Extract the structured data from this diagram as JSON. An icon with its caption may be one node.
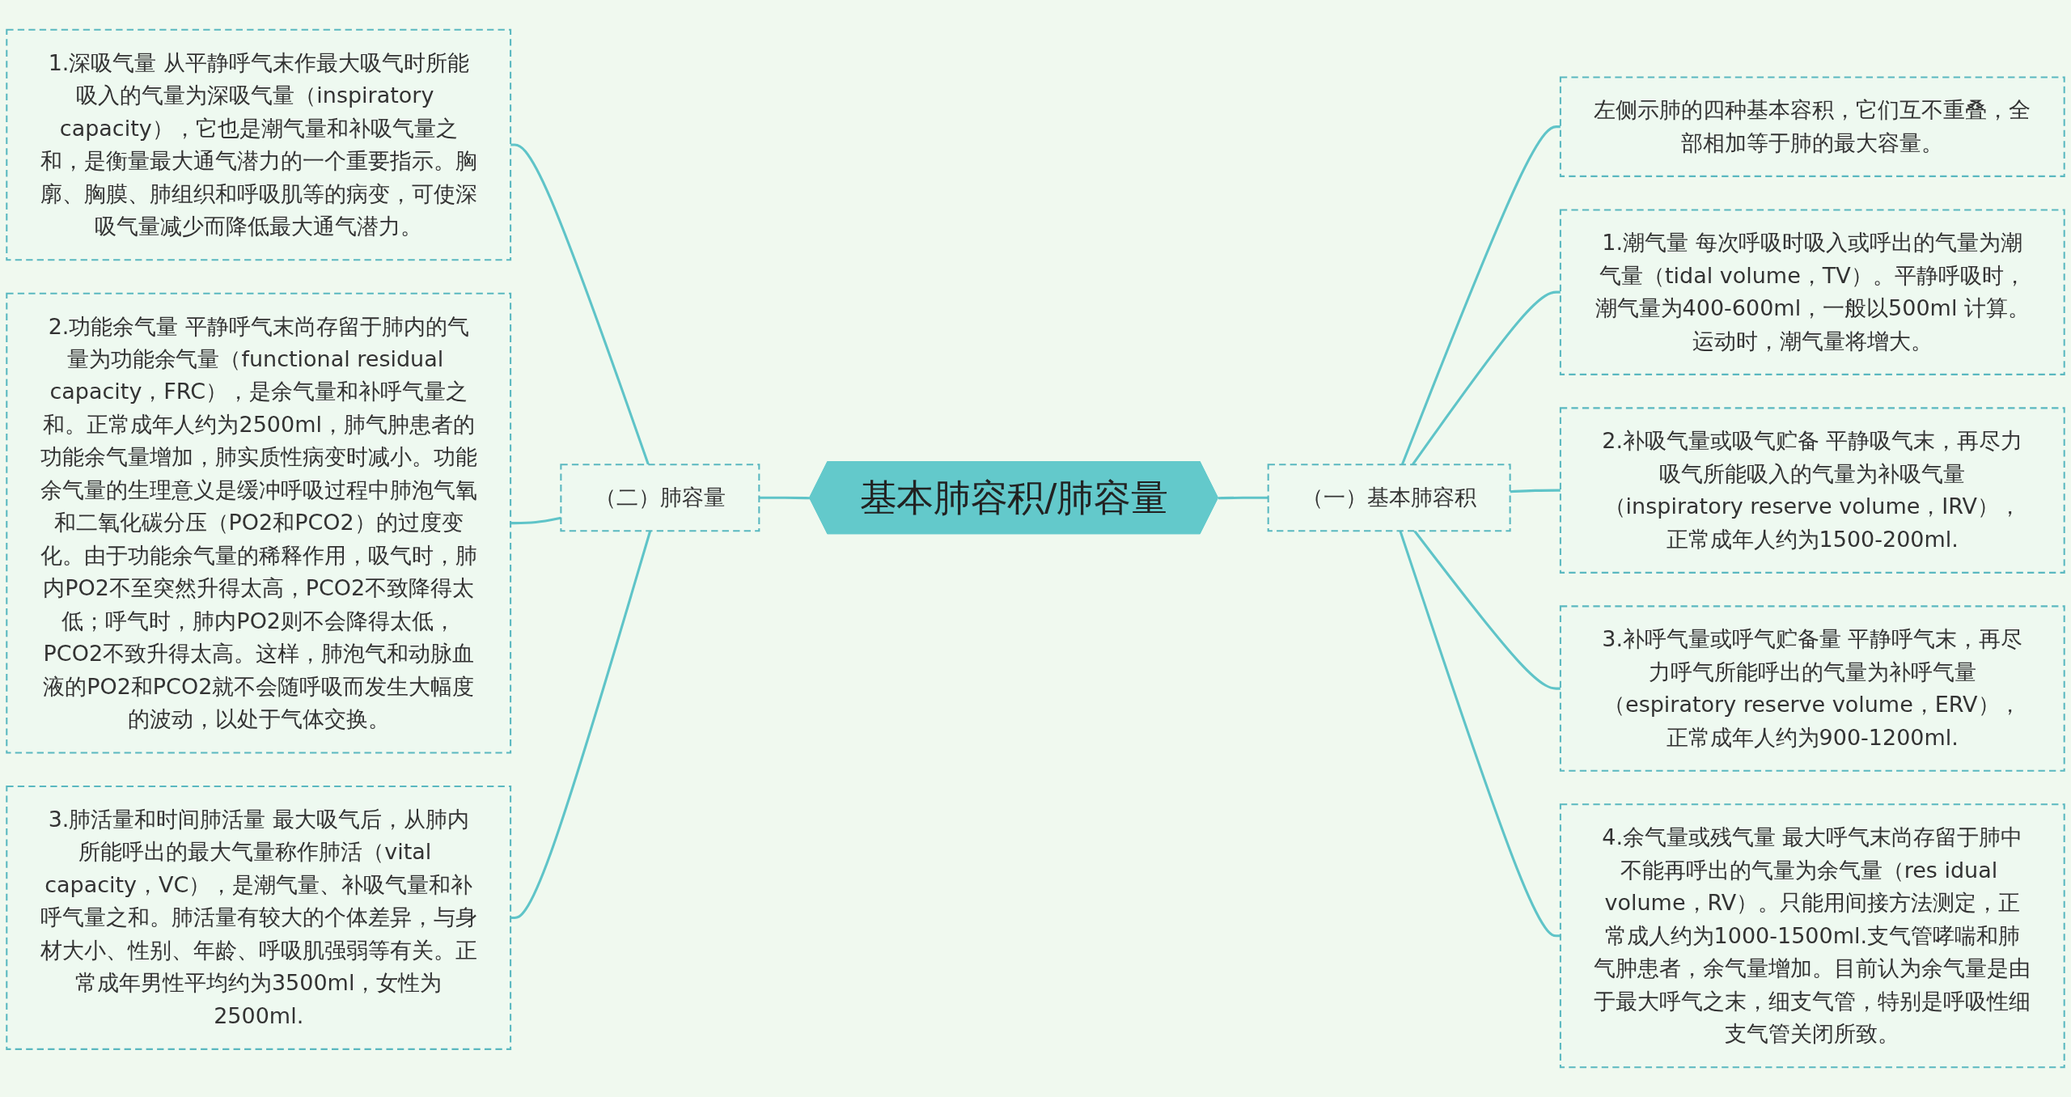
{
  "diagram": {
    "nodes": [
      {
        "text": [
          "基本肺容积/肺容量"
        ]
      },
      {
        "text": [
          "（一）基本肺容积"
        ]
      },
      {
        "text": [
          "左侧示肺的四种基本容积，它们互不重叠，全部相加等于肺的最大容量。"
        ]
      },
      {
        "text": [
          "1.潮气量 每次呼吸时吸入或呼出的气量为潮气量（tidal volume，TV）。平静呼吸时，潮气量为400-600ml，一般以500ml 计算。运动时，潮气量将增大。"
        ]
      },
      {
        "text": [
          "2.补吸气量或吸气贮备 平静吸气末，再尽力吸气所能吸入的气量为补吸气量（inspiratory reserve volume，IRV），正常成年人约为1500-200ml."
        ]
      },
      {
        "text": [
          "3.补呼气量或呼气贮备量 平静呼气末，再尽力呼气所能呼出的气量为补呼气量（espiratory reserve volume，ERV），正常成年人约为900-1200ml."
        ]
      },
      {
        "text": [
          "4.余气量或残气量 最大呼气末尚存留于肺中不能再呼出的气量为余气量（res idual volume，RV）。只能用间接方法测定，正常成人约为1000-1500ml.支气管哮喘和肺气肿患者，余气量增加。目前认为余气量是由于最大呼气之末，细支气管，特别是呼吸性细支气管关闭所致。"
        ]
      },
      {
        "text": [
          "（二）肺容量"
        ]
      },
      {
        "text": [
          "1.深吸气量 从平静呼气末作最大吸气时所能吸入的气量为深吸气量（inspiratory capacity），它也是潮气量和补吸气量之和，是衡量最大通气潜力的一个重要指示。胸廓、胸膜、肺组织和呼吸肌等的病变，可使深吸气量减少而降低最大通气潜力。"
        ]
      },
      {
        "text": [
          "2.功能余气量 平静呼气末尚存留于肺内的气量为功能余气量（functional residual capacity，FRC），是余气量和补呼气量之和。正常成年人约为2500ml，肺气肿患者的功能余气量增加，肺实质性病变时减小。功能余气量的生理意义是缓冲呼吸过程中肺泡气氧和二氧化碳分压（PO2和PCO2）的过度变化。由于功能余气量的稀释作用，吸气时，肺内PO2不至突然升得太高，PCO2不致降得太低；呼气时，肺内PO2则不会降得太低，PCO2不致升得太高。这样，肺泡气和动脉血液的PO2和PCO2就不会随呼吸而发生大幅度的波动，以处于气体交换。"
        ]
      },
      {
        "text": [
          "3.肺活量和时间肺活量 最大吸气后，从肺内所能呼出的最大气量称作肺活（vital capacity，VC），是潮气量、补吸气量和补呼气量之和。肺活量有较大的个体差异，与身材大小、性别、年龄、呼吸肌强弱等有关。正常成年男性平均约为3500ml，女性为2500ml."
        ]
      }
    ],
    "edges": [
      {
        "from": 0,
        "to": 1,
        "arrow": "none"
      },
      {
        "from": 1,
        "to": 2,
        "arrow": "none"
      },
      {
        "from": 1,
        "to": 3,
        "arrow": "none"
      },
      {
        "from": 1,
        "to": 4,
        "arrow": "none"
      },
      {
        "from": 1,
        "to": 5,
        "arrow": "none"
      },
      {
        "from": 1,
        "to": 6,
        "arrow": "none"
      },
      {
        "from": 0,
        "to": 7,
        "arrow": "none"
      },
      {
        "from": 7,
        "to": 8,
        "arrow": "none"
      },
      {
        "from": 7,
        "to": 9,
        "arrow": "none"
      },
      {
        "from": 7,
        "to": 10,
        "arrow": "none"
      }
    ]
  }
}
